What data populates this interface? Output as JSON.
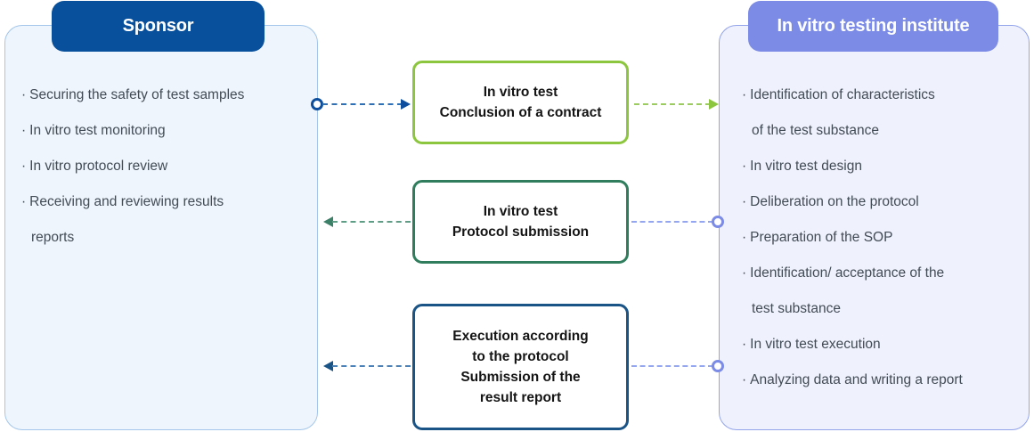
{
  "diagram": {
    "title": "In vitro test workflow between sponsor and testing institute",
    "colors": {
      "sponsor_pill": "#08509B",
      "institute_pill": "#7B8BE6",
      "left_panel_fill": "#EFF5FC",
      "left_panel_border": "#A3C6EA",
      "right_panel_fill": "#EFF1FC",
      "right_panel_border": "#93A4EA",
      "box_contract_border": "#8CC63E",
      "box_protocol_border": "#2F7D5C",
      "box_execution_border": "#1A5487",
      "body_text": "#424C56"
    }
  },
  "left_panel": {
    "header": "Sponsor",
    "items": [
      {
        "bullet": "·",
        "text": "Securing the safety of test samples",
        "continuation": null
      },
      {
        "bullet": "·",
        "text": "In vitro test monitoring",
        "continuation": null
      },
      {
        "bullet": "·",
        "text": "In vitro protocol review",
        "continuation": null
      },
      {
        "bullet": "·",
        "text": "Receiving and reviewing results",
        "continuation": "reports"
      }
    ]
  },
  "right_panel": {
    "header": "In vitro testing institute",
    "items": [
      {
        "bullet": "·",
        "text": "Identification of characteristics",
        "continuation": "of the test substance"
      },
      {
        "bullet": "·",
        "text": "In vitro test design",
        "continuation": null
      },
      {
        "bullet": "·",
        "text": "Deliberation on the protocol",
        "continuation": null
      },
      {
        "bullet": "·",
        "text": "Preparation of the SOP",
        "continuation": null
      },
      {
        "bullet": "·",
        "text": "Identification/ acceptance of the",
        "continuation": "test substance"
      },
      {
        "bullet": "·",
        "text": "In vitro test execution",
        "continuation": null
      },
      {
        "bullet": "·",
        "text": "Analyzing data and writing a report",
        "continuation": null
      }
    ]
  },
  "center_boxes": [
    {
      "id": "contract",
      "line1": "In vitro test",
      "line2": "Conclusion of a contract",
      "line3": null,
      "line4": null,
      "border_color": "#8CC63E"
    },
    {
      "id": "protocol",
      "line1": "In vitro test",
      "line2": "Protocol submission",
      "line3": null,
      "line4": null,
      "border_color": "#2F7D5C"
    },
    {
      "id": "execution",
      "line1": "Execution according",
      "line2": "to the protocol",
      "line3": "Submission of the",
      "line4": "result report",
      "border_color": "#1A5487"
    }
  ],
  "connectors": [
    {
      "id": "sponsor-to-contract",
      "from": "sponsor",
      "to": "contract",
      "direction": "right",
      "style": "dashed",
      "color": "#0D4F9E",
      "start_marker": "circle",
      "end_marker": "arrow"
    },
    {
      "id": "contract-to-institute",
      "from": "contract",
      "to": "institute",
      "direction": "right",
      "style": "dashed",
      "color": "#8CC63E",
      "start_marker": "none",
      "end_marker": "arrow"
    },
    {
      "id": "protocol-to-sponsor",
      "from": "protocol",
      "to": "sponsor",
      "direction": "left",
      "style": "dashed",
      "color": "#3C8068",
      "start_marker": "none",
      "end_marker": "arrow"
    },
    {
      "id": "institute-to-protocol",
      "from": "institute",
      "to": "protocol",
      "direction": "left",
      "style": "dashed",
      "color": "#7B8BE6",
      "start_marker": "circle",
      "end_marker": "none"
    },
    {
      "id": "execution-to-sponsor",
      "from": "execution",
      "to": "sponsor",
      "direction": "left",
      "style": "dashed",
      "color": "#1A5487",
      "start_marker": "none",
      "end_marker": "arrow"
    },
    {
      "id": "institute-to-execution",
      "from": "institute",
      "to": "execution",
      "direction": "left",
      "style": "dashed",
      "color": "#7B8BE6",
      "start_marker": "circle",
      "end_marker": "none"
    }
  ]
}
